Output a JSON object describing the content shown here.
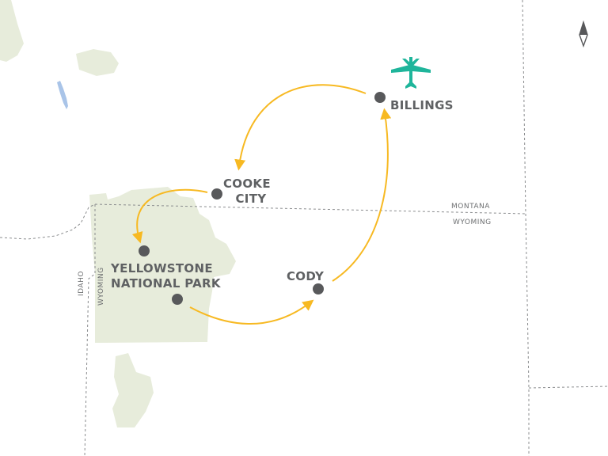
{
  "places": {
    "billings": "BILLINGS",
    "cooke_city": [
      "COOKE",
      "CITY"
    ],
    "yellowstone": [
      "YELLOWSTONE",
      "NATIONAL PARK"
    ],
    "cody": "CODY"
  },
  "states": {
    "montana": "MONTANA",
    "wyoming_east": "WYOMING",
    "idaho": "IDAHO",
    "wyoming_west": "WYOMING"
  },
  "icons": {
    "airplane": "airplane-icon",
    "compass": "compass-icon"
  },
  "colors": {
    "route": "#f7b922",
    "airplane": "#1fb59b",
    "park": "#e7ecdb",
    "water": "#a9c4e8",
    "dot": "#58595b",
    "border": "#8a8c8e"
  }
}
